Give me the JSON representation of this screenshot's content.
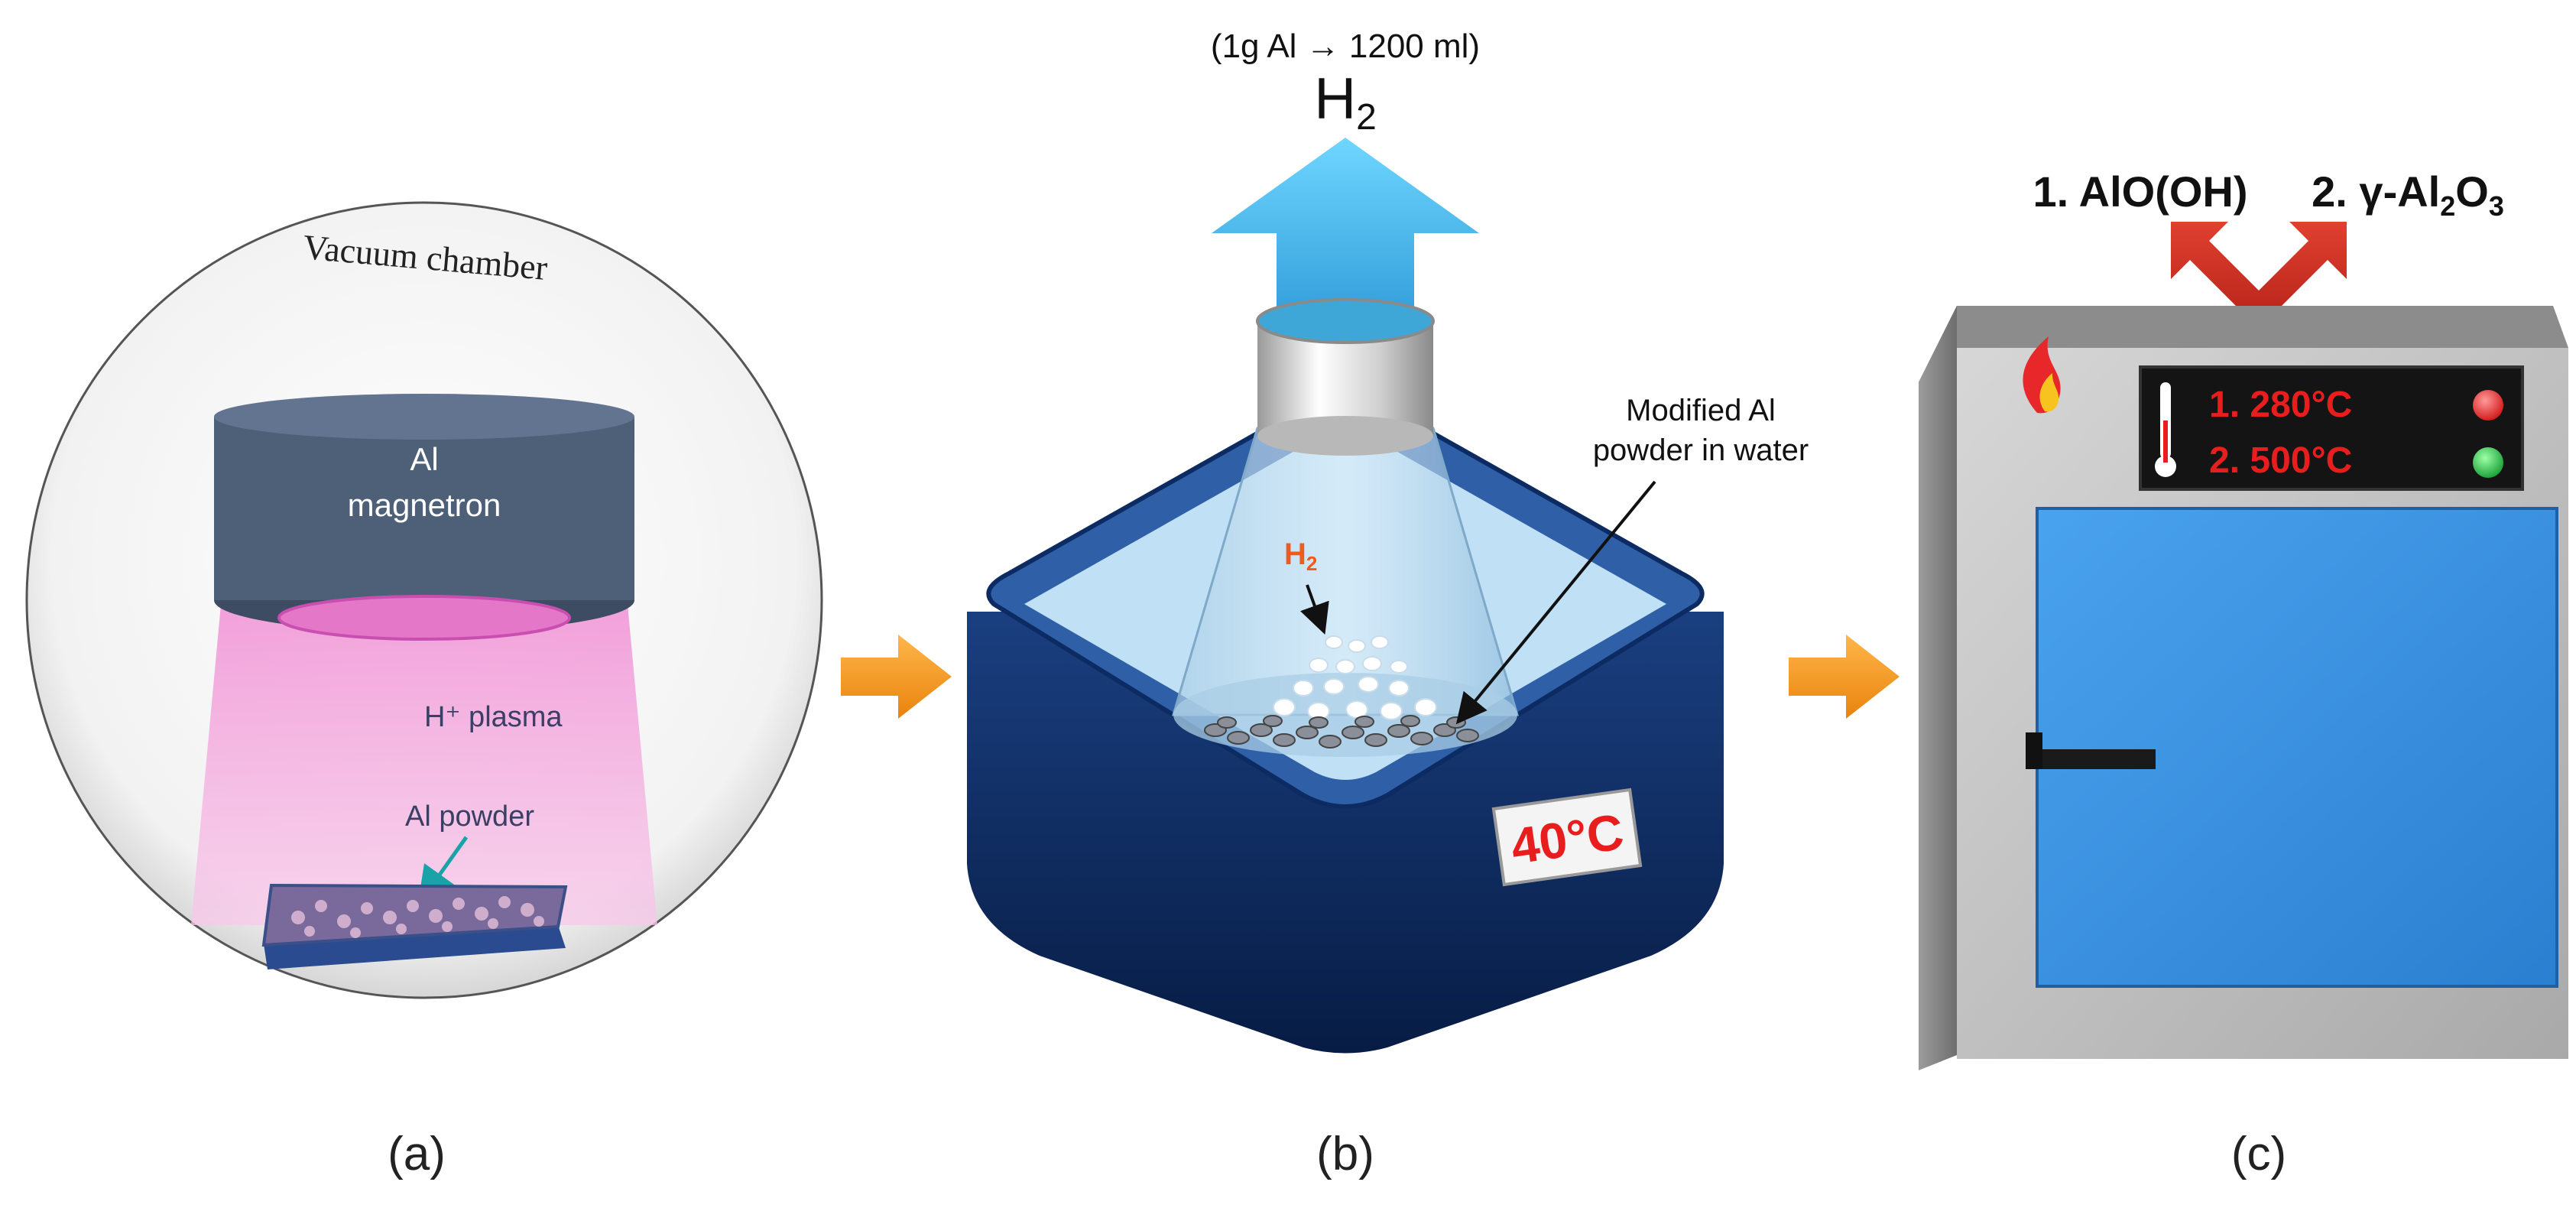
{
  "panel_a": {
    "chamber_label": "Vacuum chamber",
    "magnetron_line1": "Al",
    "magnetron_line2": "magnetron",
    "plasma_label": "H⁺ plasma",
    "powder_label": "Al powder",
    "caption": "(a)"
  },
  "panel_b": {
    "yield_label": "(1g Al → 1200 ml)",
    "gas_label_main": "H",
    "gas_label_main_sub": "2",
    "gas_label_inner": "H",
    "gas_label_inner_sub": "2",
    "modified_line1": "Modified Al",
    "modified_line2": "powder in water",
    "temperature": "40°C",
    "caption": "(b)"
  },
  "panel_c": {
    "product1": "1. AlO(OH)",
    "product2_prefix": "2. γ-Al",
    "product2_sub1": "2",
    "product2_mid": "O",
    "product2_sub2": "3",
    "temp1": "1. 280°C",
    "temp2": "2. 500°C",
    "caption": "(c)"
  },
  "colors": {
    "arrow_orange": "#f39a1e",
    "magnetron": "#4e5f78",
    "plasma_pink": "#f4a6dc",
    "bath_blue": "#0d2b63",
    "water": "#bfe0f5",
    "oven_door": "#3d96e6",
    "display_red": "#e81e1e",
    "status_red": "#ee3b3b",
    "status_green": "#2ec449",
    "h2_arrow": "#4fc6f2",
    "h2_inner": "#f05a1a"
  }
}
